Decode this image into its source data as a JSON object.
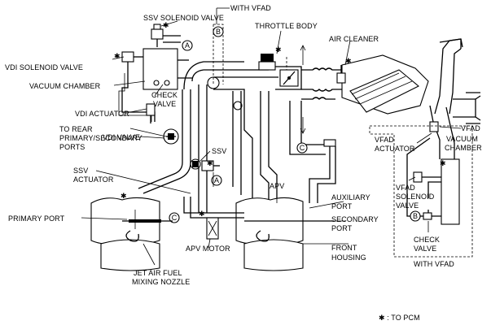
{
  "labels": {
    "ssv_solenoid_valve": "SSV SOLENOID VALVE",
    "with_vfad_top": "WITH VFAD",
    "throttle_body": "THROTTLE BODY",
    "air_cleaner": "AIR CLEANER",
    "vdi_solenoid_valve": "VDI SOLENOID VALVE",
    "vacuum_chamber_left": "VACUUM CHAMBER",
    "check_valve_left_1": "CHECK",
    "check_valve_left_2": "VALVE",
    "vdi_actuator": "VDI ACTUATOR",
    "to_rear_1": "TO REAR",
    "to_rear_2": "PRIMARY/SECONDARY",
    "to_rear_3": "PORTS",
    "vdi_valve": "VDI VALVE",
    "ssv": "SSV",
    "ssv_actuator_1": "SSV",
    "ssv_actuator_2": "ACTUATOR",
    "apv": "APV",
    "vfad": "VFAD",
    "vfad_actuator_1": "VFAD",
    "vfad_actuator_2": "ACTUATOR",
    "vacuum_chamber_right_1": "VACUUM",
    "vacuum_chamber_right_2": "CHAMBER",
    "vfad_solenoid_1": "VFAD",
    "vfad_solenoid_2": "SOLENOID",
    "vfad_solenoid_3": "VALVE",
    "auxiliary_port_1": "AUXILIARY",
    "auxiliary_port_2": "PORT",
    "primary_port": "PRIMARY PORT",
    "secondary_port_1": "SECONDARY",
    "secondary_port_2": "PORT",
    "check_valve_right_1": "CHECK",
    "check_valve_right_2": "VALVE",
    "apv_motor": "APV MOTOR",
    "front_housing_1": "FRONT",
    "front_housing_2": "HOUSING",
    "with_vfad_bottom": "WITH VFAD",
    "jet_air_1": "JET AIR FUEL",
    "jet_air_2": "MIXING NOZZLE",
    "to_pcm_note": "✱ : TO PCM"
  },
  "connectors": {
    "a": "A",
    "b": "B",
    "c": "C"
  },
  "pcm_mark": "✱"
}
